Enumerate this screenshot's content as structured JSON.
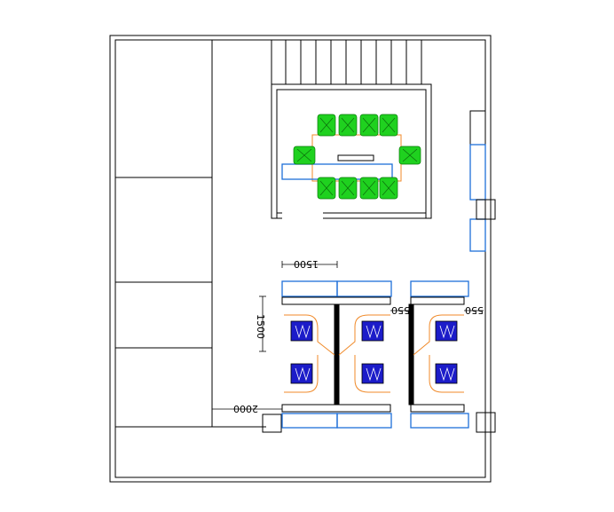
{
  "colors": {
    "wall": "#000000",
    "furniture_blue": "#1e6fd9",
    "chair_green": "#1fd11f",
    "chair_blue": "#1c1cc9",
    "desk_outline": "#f08a2a",
    "background": "#ffffff"
  },
  "dimensions": {
    "top_width": "1500",
    "side_height": "1500",
    "aisle_width_1": "550",
    "aisle_width_2": "550",
    "walk_width": "2000"
  },
  "icons": {
    "meeting_chair": "office-chair-icon",
    "work_chair": "task-chair-icon",
    "column": "structural-column-icon"
  }
}
